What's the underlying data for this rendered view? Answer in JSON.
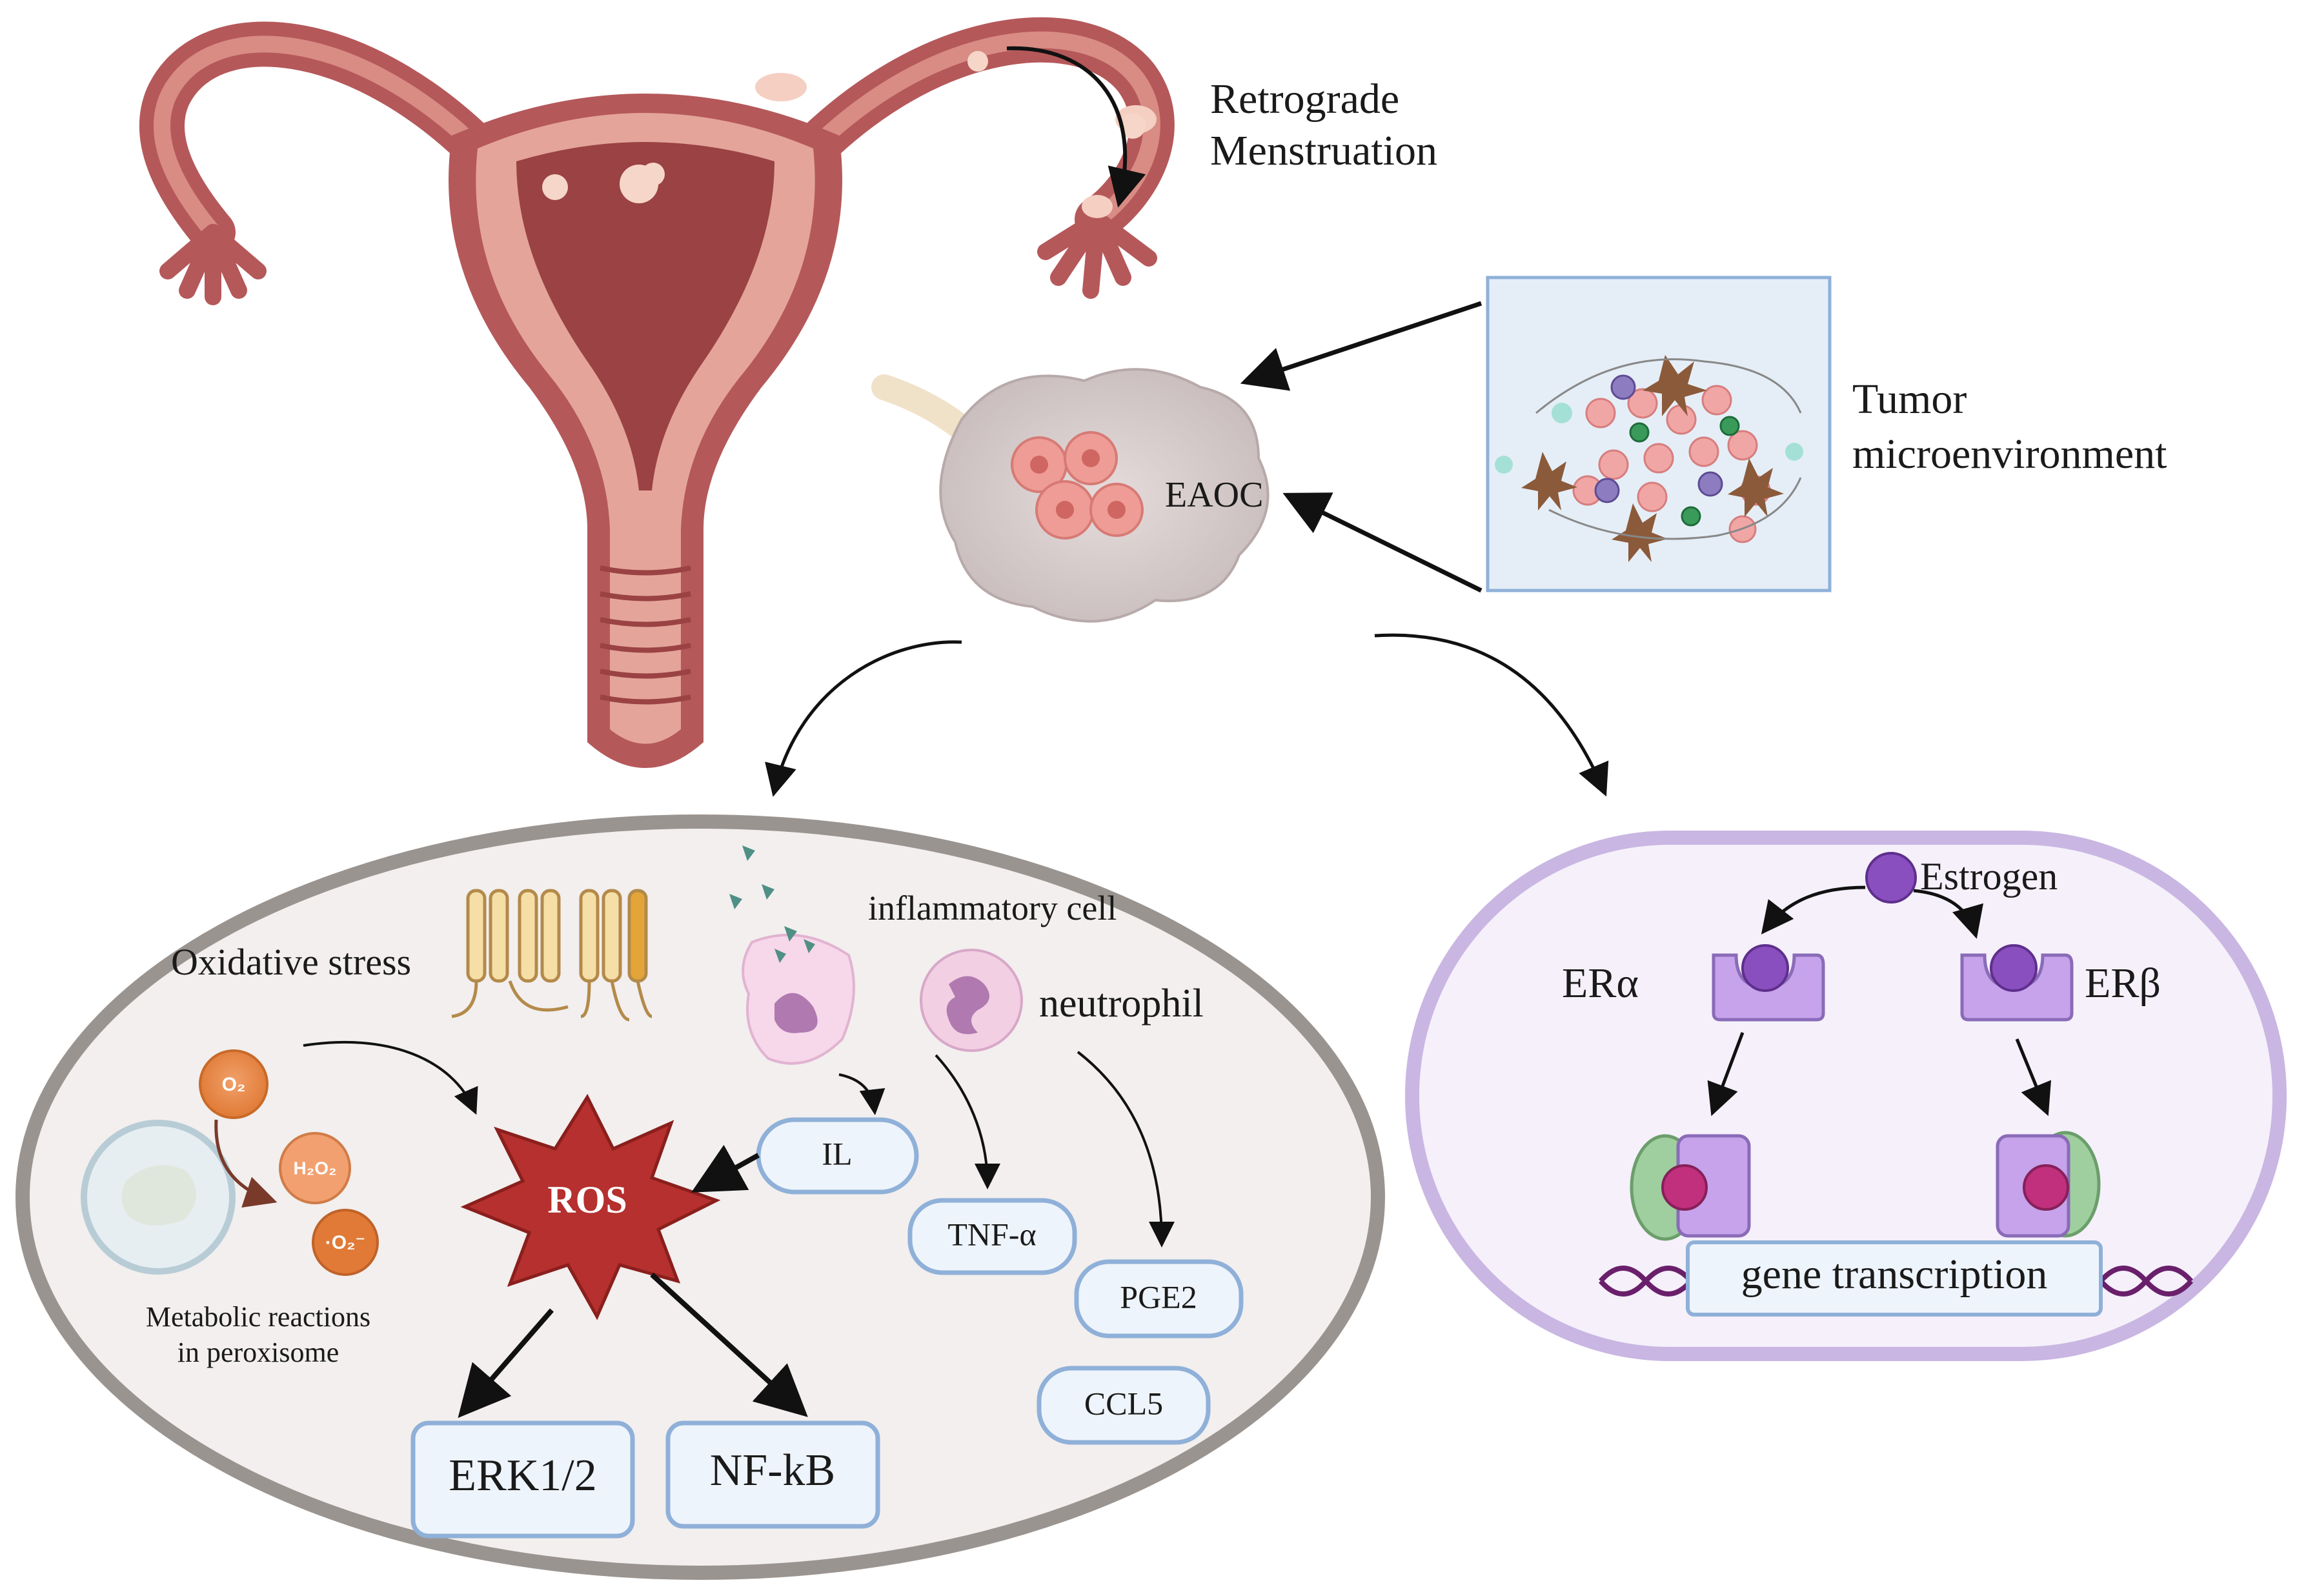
{
  "top": {
    "retrograde_line1": "Retrograde",
    "retrograde_line2": "Menstruation",
    "tumor_line1": "Tumor",
    "tumor_line2": "microenvironment",
    "eaoc": "EAOC"
  },
  "left_cell": {
    "oxidative_stress": "Oxidative stress",
    "inflammatory_cell": "inflammatory cell",
    "neutrophil": "neutrophil",
    "o2": "O₂",
    "h2o2": "H₂O₂",
    "superoxide": "·O₂⁻",
    "metabolic_line1": "Metabolic reactions",
    "metabolic_line2": "in peroxisome",
    "ros": "ROS",
    "il": "IL",
    "tnf": "TNF-α",
    "pge2": "PGE2",
    "ccl5": "CCL5",
    "erk": "ERK1/2",
    "nfkb": "NF-kB"
  },
  "right_cell": {
    "estrogen": "Estrogen",
    "er_alpha": "ERα",
    "er_beta": "ERβ",
    "gene_transcription": "gene transcription"
  },
  "colors": {
    "uterus": "#b5585a",
    "uterus_light": "#e4a49a",
    "cell_fill": "#f2efee",
    "cell_border": "#9a9490",
    "right_cell_fill": "#f5f0fa",
    "right_cell_border": "#c9b6e2",
    "box_border": "#8fb0d8",
    "box_fill": "#eef4fb",
    "ros_red": "#b5302e",
    "receptor_purple": "#c6a3ea",
    "estrogen_purple": "#8a4fbf",
    "ligand_magenta": "#c0307c",
    "coactivator_green": "#9fcf9f",
    "dna_purple": "#6a1f6b"
  }
}
